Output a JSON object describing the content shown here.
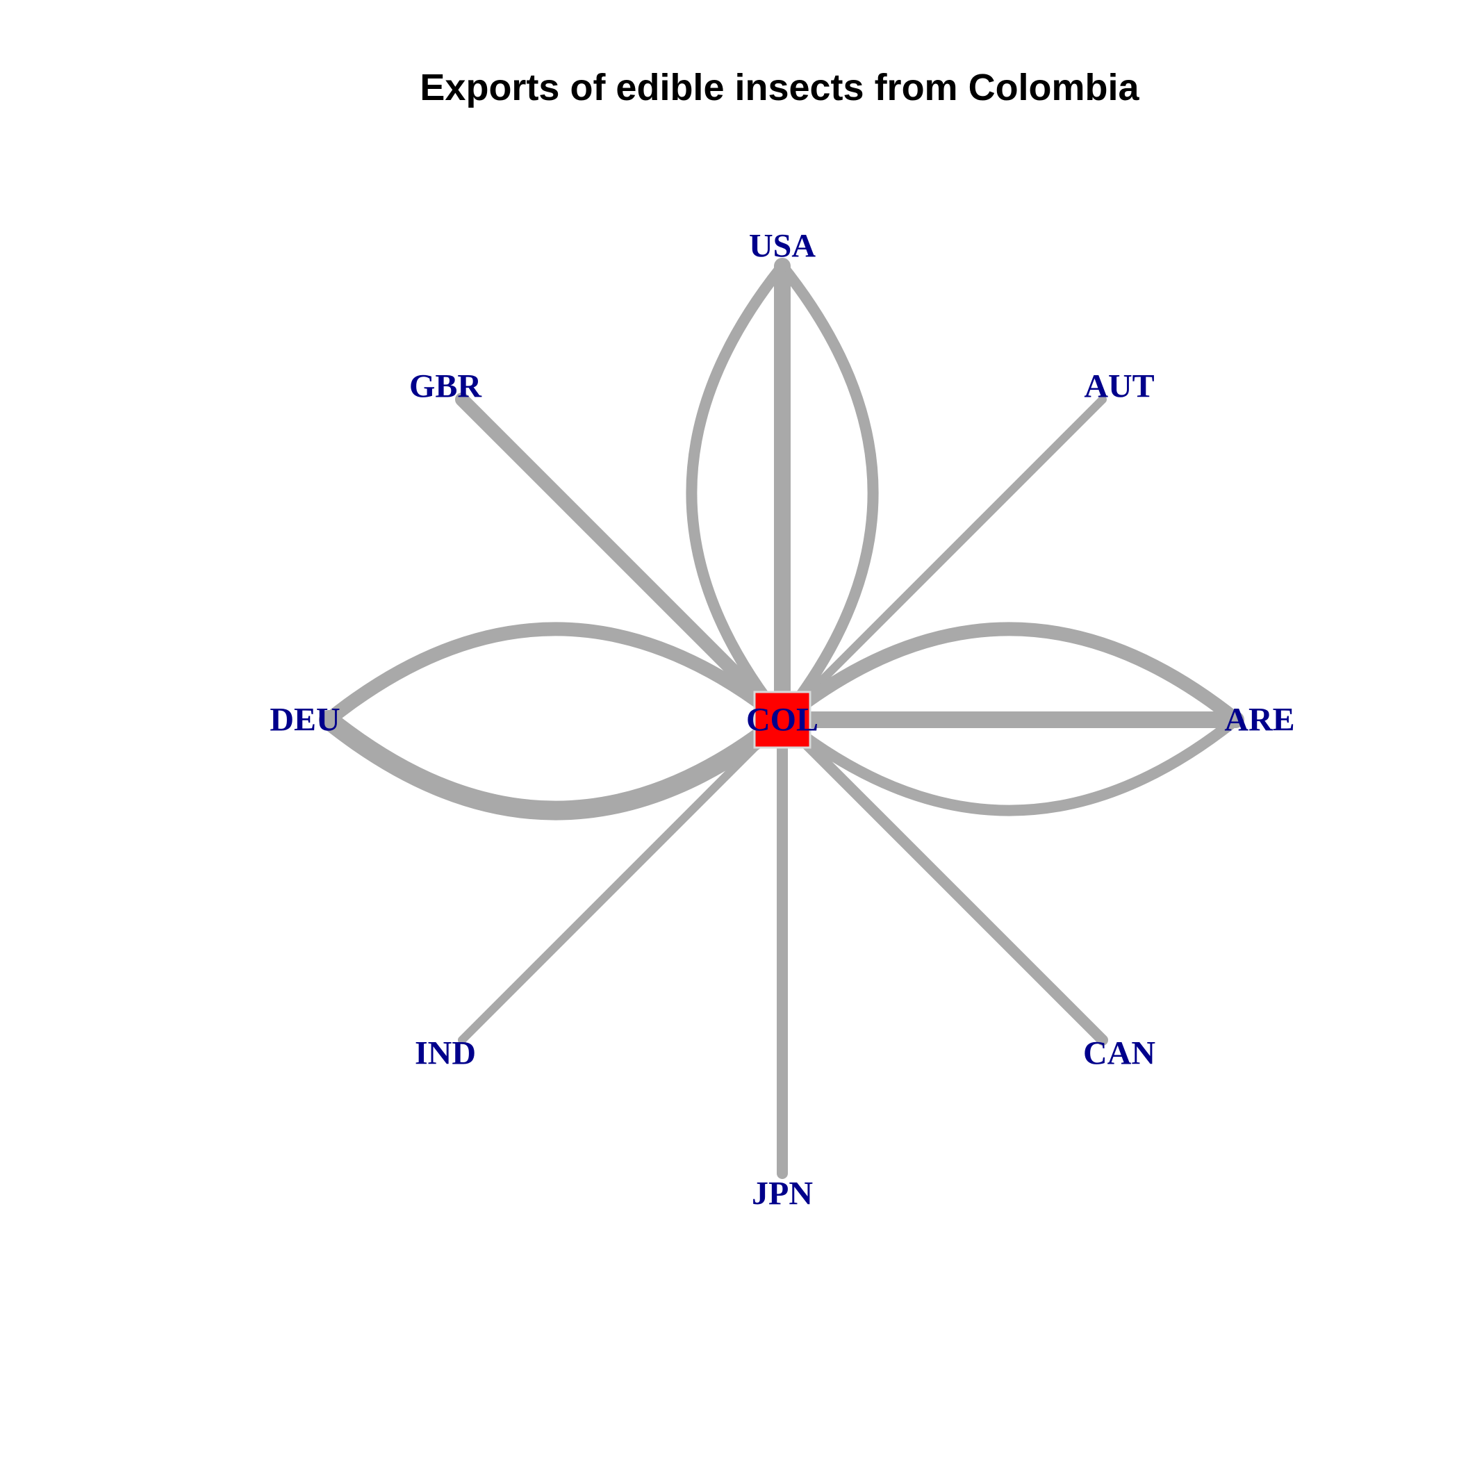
{
  "title": "Exports of edible insects from Colombia",
  "colors": {
    "edge": "#a9a9a9",
    "label": "#00008b",
    "hub_fill": "#ff0000",
    "hub_border": "#d9d9d9"
  },
  "hub": {
    "id": "COL",
    "label": "COL",
    "shape": "square"
  },
  "nodes": [
    {
      "id": "USA",
      "label": "USA"
    },
    {
      "id": "AUT",
      "label": "AUT"
    },
    {
      "id": "ARE",
      "label": "ARE"
    },
    {
      "id": "CAN",
      "label": "CAN"
    },
    {
      "id": "JPN",
      "label": "JPN"
    },
    {
      "id": "IND",
      "label": "IND"
    },
    {
      "id": "DEU",
      "label": "DEU"
    },
    {
      "id": "GBR",
      "label": "GBR"
    }
  ],
  "edges": [
    {
      "from": "COL",
      "to": "USA",
      "weight": 3,
      "curve": 0
    },
    {
      "from": "COL",
      "to": "USA",
      "weight": 2,
      "curve": 0.4
    },
    {
      "from": "COL",
      "to": "USA",
      "weight": 2,
      "curve": -0.4
    },
    {
      "from": "COL",
      "to": "AUT",
      "weight": 1.5,
      "curve": 0
    },
    {
      "from": "COL",
      "to": "ARE",
      "weight": 3,
      "curve": 0
    },
    {
      "from": "COL",
      "to": "ARE",
      "weight": 2,
      "curve": 0.4
    },
    {
      "from": "COL",
      "to": "ARE",
      "weight": 2.5,
      "curve": -0.4
    },
    {
      "from": "COL",
      "to": "CAN",
      "weight": 2,
      "curve": 0
    },
    {
      "from": "COL",
      "to": "JPN",
      "weight": 2,
      "curve": 0
    },
    {
      "from": "COL",
      "to": "IND",
      "weight": 1.5,
      "curve": 0
    },
    {
      "from": "COL",
      "to": "DEU",
      "weight": 2.5,
      "curve": 0.4
    },
    {
      "from": "COL",
      "to": "DEU",
      "weight": 3.5,
      "curve": -0.4
    },
    {
      "from": "COL",
      "to": "GBR",
      "weight": 2.5,
      "curve": 0
    }
  ]
}
